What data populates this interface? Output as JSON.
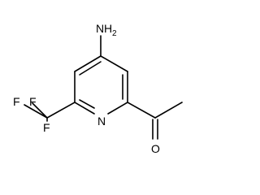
{
  "structure": {
    "atoms": {
      "amino": {
        "element": "N",
        "hydrogens": "H",
        "count": "2"
      },
      "ring_nitrogen": {
        "element": "N"
      },
      "carbonyl_oxygen": {
        "element": "O"
      },
      "fluorine_1": {
        "element": "F"
      },
      "fluorine_2": {
        "element": "F"
      },
      "fluorine_3": {
        "element": "F"
      }
    }
  }
}
